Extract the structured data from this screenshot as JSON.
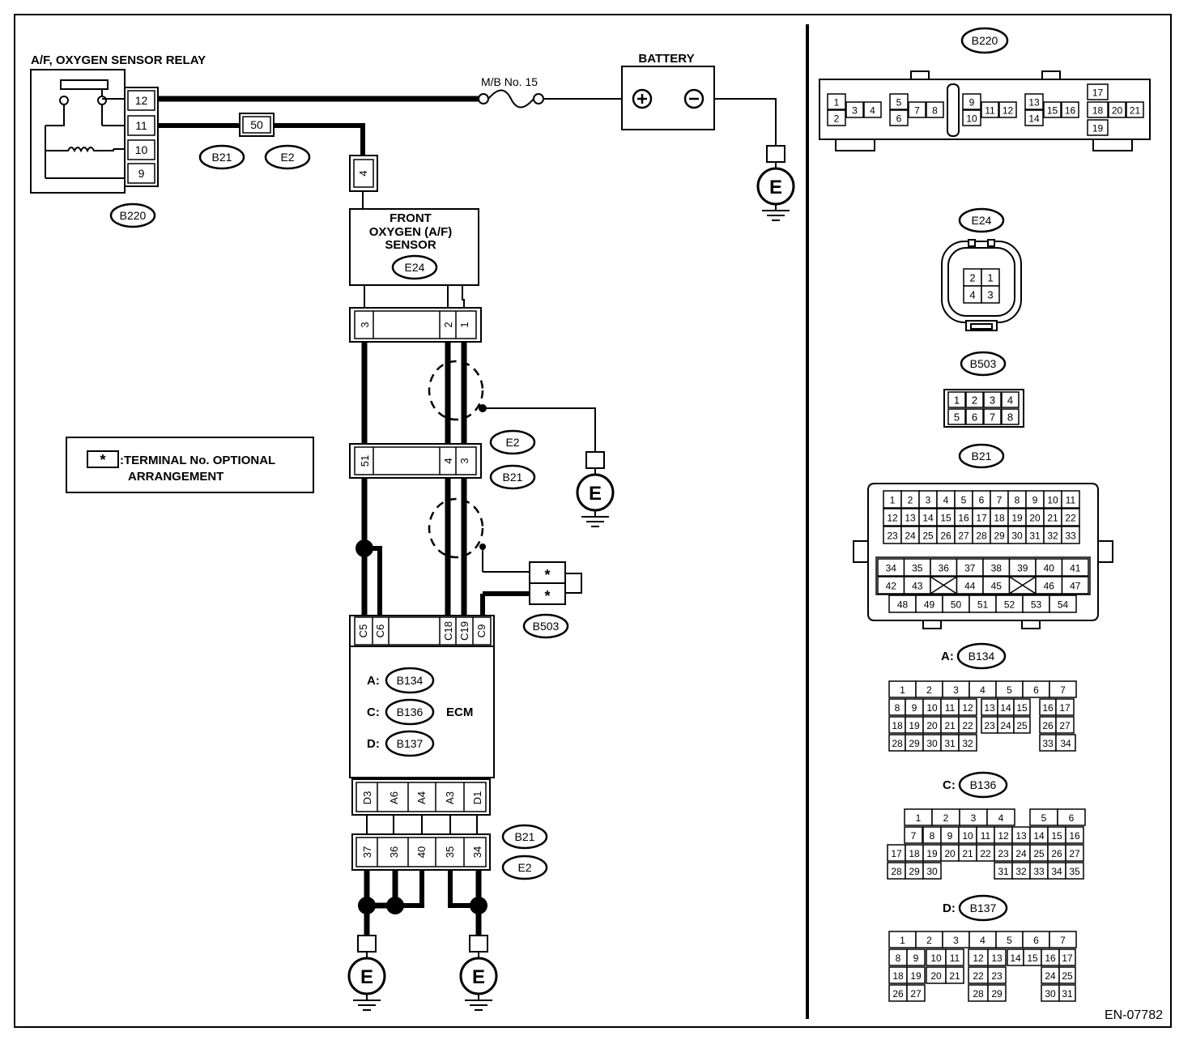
{
  "diagram": {
    "relay": {
      "title": "A/F, OXYGEN SENSOR RELAY",
      "pins": [
        "12",
        "11",
        "10",
        "9"
      ],
      "connector": "B220"
    },
    "battery": {
      "title": "BATTERY"
    },
    "fuse": {
      "label": "M/B No. 15"
    },
    "joint": {
      "pin": "50",
      "connectors": [
        "B21",
        "E2"
      ]
    },
    "sensor": {
      "title_lines": [
        "FRONT",
        "OXYGEN (A/F)",
        "SENSOR"
      ],
      "connector": "E24",
      "top_pin": "4",
      "bottom_pins": [
        "3",
        "2",
        "1"
      ]
    },
    "e2_b21_upper": {
      "pins": [
        "51",
        "4",
        "3"
      ],
      "connectors": [
        "E2",
        "B21"
      ]
    },
    "legend": {
      "symbol": "*",
      "lines": [
        ":TERMINAL No. OPTIONAL",
        "ARRANGEMENT"
      ]
    },
    "b503_block": {
      "pins": [
        "*",
        "*"
      ],
      "connector": "B503"
    },
    "ecm": {
      "top_pins": [
        "C5",
        "C6",
        "C18",
        "C19",
        "C9"
      ],
      "rows": [
        {
          "prefix": "A:",
          "conn": "B134"
        },
        {
          "prefix": "C:",
          "conn": "B136"
        },
        {
          "prefix": "D:",
          "conn": "B137"
        }
      ],
      "name": "ECM",
      "bottom_pins": [
        "D3",
        "A6",
        "A4",
        "A3",
        "D1"
      ]
    },
    "e2_b21_lower": {
      "pins": [
        "37",
        "36",
        "40",
        "35",
        "34"
      ],
      "connectors": [
        "B21",
        "E2"
      ]
    },
    "ground_letter": "E"
  },
  "connectors_panel": {
    "b220": {
      "name": "B220",
      "pins": [
        "1",
        "2",
        "3",
        "4",
        "5",
        "6",
        "7",
        "8",
        "9",
        "10",
        "11",
        "12",
        "13",
        "14",
        "15",
        "16",
        "17",
        "18",
        "19",
        "20",
        "21"
      ]
    },
    "e24": {
      "name": "E24",
      "pins": [
        "2",
        "1",
        "4",
        "3"
      ]
    },
    "b503": {
      "name": "B503",
      "pins": [
        "1",
        "2",
        "3",
        "4",
        "5",
        "6",
        "7",
        "8"
      ]
    },
    "b21": {
      "name": "B21",
      "rows": [
        [
          "1",
          "2",
          "3",
          "4",
          "5",
          "6",
          "7",
          "8",
          "9",
          "10",
          "11"
        ],
        [
          "12",
          "13",
          "14",
          "15",
          "16",
          "17",
          "18",
          "19",
          "20",
          "21",
          "22"
        ],
        [
          "23",
          "24",
          "25",
          "26",
          "27",
          "28",
          "29",
          "30",
          "31",
          "32",
          "33"
        ],
        [
          "34",
          "35",
          "36",
          "37",
          "38",
          "39",
          "40",
          "41"
        ],
        [
          "42",
          "43",
          "",
          "44",
          "45",
          "",
          "46",
          "47"
        ],
        [
          "48",
          "49",
          "50",
          "51",
          "52",
          "53",
          "54"
        ]
      ]
    },
    "b134": {
      "prefix": "A:",
      "name": "B134",
      "rows": [
        [
          "1",
          "2",
          "3",
          "4",
          "5",
          "6",
          "7"
        ],
        [
          "8",
          "9",
          "10",
          "11",
          "12",
          "13",
          "14",
          "15",
          "16",
          "17"
        ],
        [
          "18",
          "19",
          "20",
          "21",
          "22",
          "23",
          "24",
          "25",
          "26",
          "27"
        ],
        [
          "28",
          "29",
          "30",
          "31",
          "32",
          "33",
          "34"
        ]
      ]
    },
    "b136": {
      "prefix": "C:",
      "name": "B136",
      "rows": [
        [
          "1",
          "2",
          "3",
          "4",
          "5",
          "6"
        ],
        [
          "7",
          "8",
          "9",
          "10",
          "11",
          "12",
          "13",
          "14",
          "15",
          "16"
        ],
        [
          "17",
          "18",
          "19",
          "20",
          "21",
          "22",
          "23",
          "24",
          "25",
          "26",
          "27"
        ],
        [
          "28",
          "29",
          "30",
          "31",
          "32",
          "33",
          "34",
          "35"
        ]
      ]
    },
    "b137": {
      "prefix": "D:",
      "name": "B137",
      "rows": [
        [
          "1",
          "2",
          "3",
          "4",
          "5",
          "6",
          "7"
        ],
        [
          "8",
          "9",
          "10",
          "11",
          "12",
          "13",
          "14",
          "15",
          "16",
          "17"
        ],
        [
          "18",
          "19",
          "20",
          "21",
          "22",
          "23",
          "24",
          "25"
        ],
        [
          "26",
          "27",
          "28",
          "29",
          "30",
          "31"
        ]
      ]
    }
  },
  "footer": {
    "code": "EN-07782"
  }
}
